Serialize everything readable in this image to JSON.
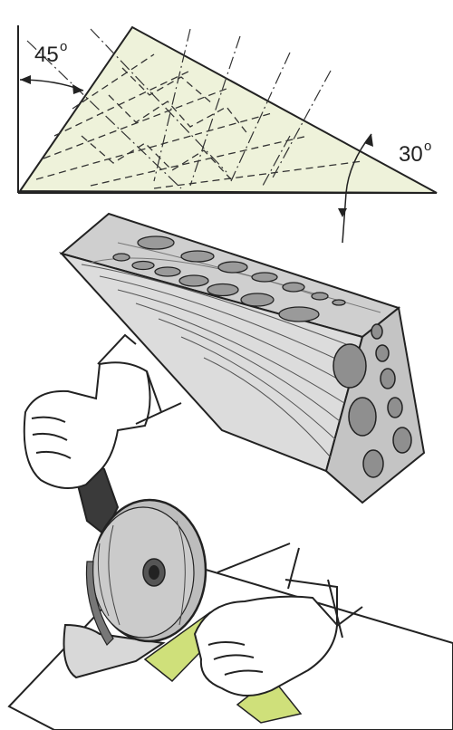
{
  "diagram": {
    "angle_left": {
      "value": "45",
      "degree_mark": "o"
    },
    "angle_right": {
      "value": "30",
      "degree_mark": "o"
    }
  },
  "colors": {
    "wedge_fill": "#eef2da",
    "guide_fill": "#cfe07a",
    "line": "#222222",
    "wood_top": "#c9c9c9",
    "wood_side": "#d9d9d9",
    "wood_end": "#bdbdbd"
  },
  "icons": [
    "hand-icon",
    "angle-grinder-icon"
  ]
}
